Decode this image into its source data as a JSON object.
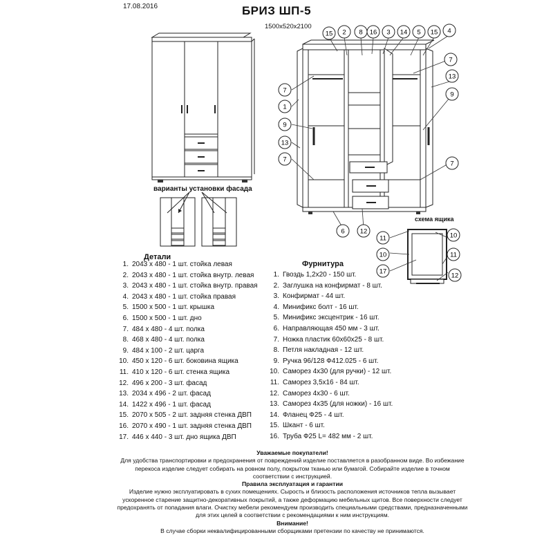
{
  "header": {
    "date": "17.08.2016",
    "title": "БРИЗ ШП-5",
    "dimensions": "1500x520x2100"
  },
  "captions": {
    "facade_variants": "варианты установки фасада",
    "drawer_scheme": "схема ящика"
  },
  "callouts": {
    "exploded": [
      "15",
      "2",
      "8",
      "16",
      "3",
      "14",
      "5",
      "15",
      "4",
      "7",
      "7",
      "13",
      "1",
      "9",
      "9",
      "13",
      "7",
      "7",
      "6",
      "12"
    ],
    "drawer": [
      "11",
      "10",
      "10",
      "17",
      "11",
      "12"
    ]
  },
  "details": {
    "title": "Детали",
    "items": [
      {
        "n": "1.",
        "text": "2043 х 480 - 1 шт. стойка левая"
      },
      {
        "n": "2.",
        "text": "2043 х 480 - 1 шт. стойка внутр. левая"
      },
      {
        "n": "3.",
        "text": "2043 х 480 - 1 шт. стойка внутр. правая"
      },
      {
        "n": "4.",
        "text": "2043 х 480 - 1 шт. стойка правая"
      },
      {
        "n": "5.",
        "text": "1500 х 500 - 1 шт. крышка"
      },
      {
        "n": "6.",
        "text": "1500 х 500 - 1 шт. дно"
      },
      {
        "n": "7.",
        "text": "484 х 480 - 4 шт. полка"
      },
      {
        "n": "8.",
        "text": "468 х 480 - 4 шт. полка"
      },
      {
        "n": "9.",
        "text": "484 х 100 - 2 шт. царга"
      },
      {
        "n": "10.",
        "text": "450 х 120 - 6 шт. боковина ящика"
      },
      {
        "n": "11.",
        "text": "410 х 120 - 6 шт. стенка ящика"
      },
      {
        "n": "12.",
        "text": "496 х 200 - 3 шт. фасад"
      },
      {
        "n": "13.",
        "text": "2034 х 496 - 2 шт. фасад"
      },
      {
        "n": "14.",
        "text": "1422 х 496 - 1 шт. фасад"
      },
      {
        "n": "15.",
        "text": "2070 х 505 - 2 шт. задняя стенка ДВП"
      },
      {
        "n": "16.",
        "text": "2070 х 490 - 1 шт. задняя стенка ДВП"
      },
      {
        "n": "17.",
        "text": "446 х 440 - 3 шт. дно ящика ДВП"
      }
    ]
  },
  "hardware": {
    "title": "Фурнитура",
    "items": [
      {
        "n": "1.",
        "text": "Гвоздь 1,2х20 - 150 шт."
      },
      {
        "n": "2.",
        "text": "Заглушка на конфирмат - 8 шт."
      },
      {
        "n": "3.",
        "text": "Конфирмат - 44 шт."
      },
      {
        "n": "4.",
        "text": "Минификс болт - 16 шт."
      },
      {
        "n": "5.",
        "text": "Минификс эксцентрик - 16 шт."
      },
      {
        "n": "6.",
        "text": "Направляющая 450 мм - 3 шт."
      },
      {
        "n": "7.",
        "text": "Ножка пластик 60х60х25 - 8 шт."
      },
      {
        "n": "8.",
        "text": "Петля накладная - 12 шт."
      },
      {
        "n": "9.",
        "text": "Ручка 96/128 Ф412.025 - 6 шт."
      },
      {
        "n": "10.",
        "text": "Саморез 4х30 (для ручки) - 12 шт."
      },
      {
        "n": "11.",
        "text": "Саморез 3,5х16 - 84 шт."
      },
      {
        "n": "12.",
        "text": "Саморез 4х30 - 6 шт."
      },
      {
        "n": "13.",
        "text": "Саморез 4х35 (для ножки) - 16 шт."
      },
      {
        "n": "14.",
        "text": "Фланец Ф25 - 4 шт."
      },
      {
        "n": "15.",
        "text": "Шкант - 6 шт."
      },
      {
        "n": "16.",
        "text": "Труба Ф25 L= 482 мм - 2 шт."
      }
    ]
  },
  "notice": {
    "heading1": "Уважаемые покупатели!",
    "para1": "Для удобства транспортировки и предохранения от повреждений изделие поставляется в разобранном виде. Во избежание перекоса изделие следует собирать на ровном полу, покрытом тканью или бумагой. Собирайте изделие в точном соответствии с инструкцией.",
    "heading2": "Правила эксплуатация и гарантии",
    "para2": "Изделие нужно эксплуатировать в сухих помещениях. Сырость и близость расположения источников тепла вызывает ускоренное старение защитно-декоративных покрытий, а также деформацию мебельных щитов. Все поверхности следует предохранять от попадания влаги. Очистку мебели рекомендуем производить специальными средствами, предназначенными для этих целей в соответствии с рекомендациями к ним инструкциям.",
    "heading3": "Внимание!",
    "para3": "В случае сборки неквалифицированными сборщиками претензии по качеству не принимаются."
  }
}
